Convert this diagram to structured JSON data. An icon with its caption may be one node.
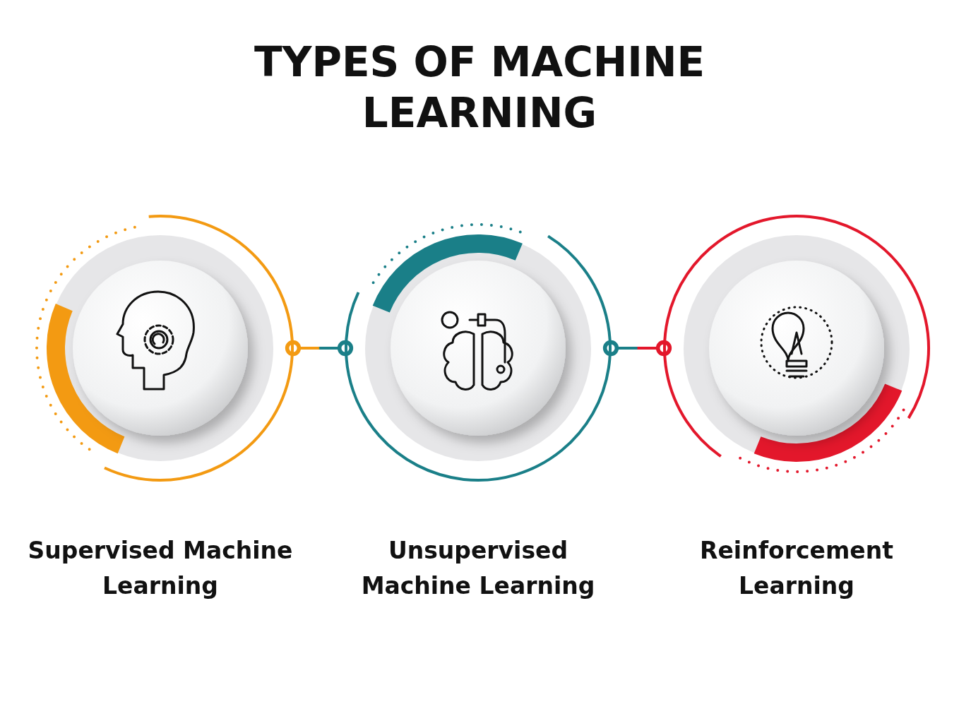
{
  "diagram": {
    "title": "TYPES OF MACHINE LEARNING",
    "nodes": [
      {
        "text": [],
        "shape": "circle",
        "beside": [
          "Supervised Machine Learning"
        ]
      },
      {
        "text": [],
        "shape": "circle",
        "beside": [
          "Unsupervised Machine Learning"
        ]
      },
      {
        "text": [],
        "shape": "circle",
        "beside": [
          "Reinforcement Learning"
        ]
      }
    ],
    "edges": [
      {
        "from": 0,
        "to": 1,
        "arrow": "other"
      },
      {
        "from": 1,
        "to": 2,
        "arrow": "other"
      }
    ]
  }
}
